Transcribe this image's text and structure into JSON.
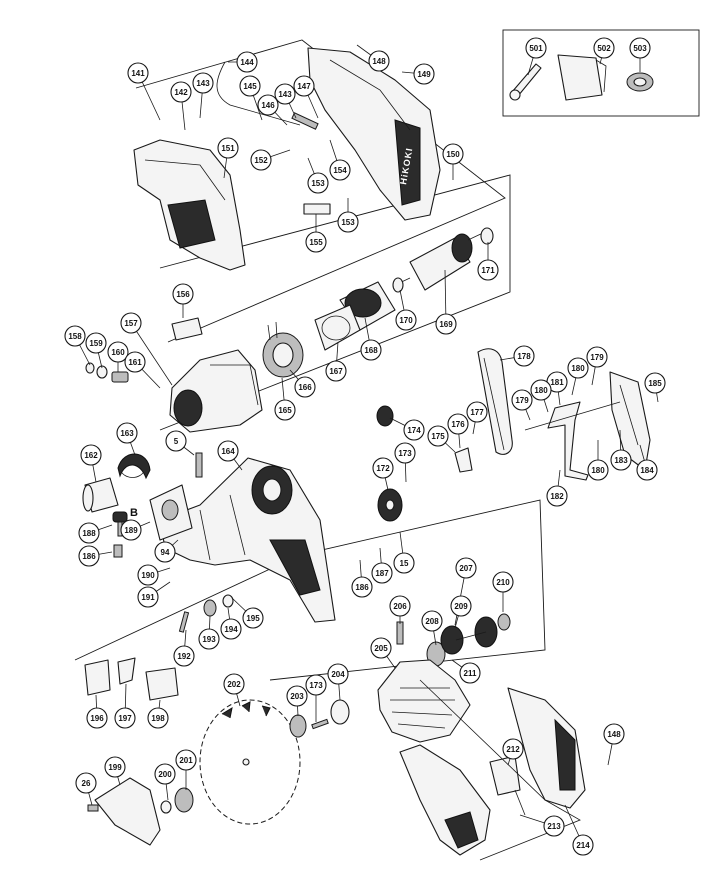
{
  "diagram": {
    "brand_lettering": "HiKOKI",
    "view_marker": "B",
    "callouts": [
      {
        "id": "c141",
        "label": "141"
      },
      {
        "id": "c142",
        "label": "142"
      },
      {
        "id": "c143a",
        "label": "143"
      },
      {
        "id": "c144",
        "label": "144"
      },
      {
        "id": "c145",
        "label": "145"
      },
      {
        "id": "c146",
        "label": "146"
      },
      {
        "id": "c143b",
        "label": "143"
      },
      {
        "id": "c147",
        "label": "147"
      },
      {
        "id": "c148a",
        "label": "148"
      },
      {
        "id": "c149",
        "label": "149"
      },
      {
        "id": "c151",
        "label": "151"
      },
      {
        "id": "c152",
        "label": "152"
      },
      {
        "id": "c153a",
        "label": "153"
      },
      {
        "id": "c154",
        "label": "154"
      },
      {
        "id": "c150",
        "label": "150"
      },
      {
        "id": "c153b",
        "label": "153"
      },
      {
        "id": "c155",
        "label": "155"
      },
      {
        "id": "c501",
        "label": "501"
      },
      {
        "id": "c502",
        "label": "502"
      },
      {
        "id": "c503",
        "label": "503"
      },
      {
        "id": "c171",
        "label": "171"
      },
      {
        "id": "c170",
        "label": "170"
      },
      {
        "id": "c169",
        "label": "169"
      },
      {
        "id": "c168",
        "label": "168"
      },
      {
        "id": "c167",
        "label": "167"
      },
      {
        "id": "c166",
        "label": "166"
      },
      {
        "id": "c165",
        "label": "165"
      },
      {
        "id": "c156",
        "label": "156"
      },
      {
        "id": "c157",
        "label": "157"
      },
      {
        "id": "c158",
        "label": "158"
      },
      {
        "id": "c159",
        "label": "159"
      },
      {
        "id": "c160",
        "label": "160"
      },
      {
        "id": "c161",
        "label": "161"
      },
      {
        "id": "c178",
        "label": "178"
      },
      {
        "id": "c179a",
        "label": "179"
      },
      {
        "id": "c180a",
        "label": "180"
      },
      {
        "id": "c181",
        "label": "181"
      },
      {
        "id": "c180b",
        "label": "180"
      },
      {
        "id": "c179b",
        "label": "179"
      },
      {
        "id": "c185",
        "label": "185"
      },
      {
        "id": "c174",
        "label": "174"
      },
      {
        "id": "c176",
        "label": "176"
      },
      {
        "id": "c177",
        "label": "177"
      },
      {
        "id": "c175",
        "label": "175"
      },
      {
        "id": "c180c",
        "label": "180"
      },
      {
        "id": "c183",
        "label": "183"
      },
      {
        "id": "c184",
        "label": "184"
      },
      {
        "id": "c182",
        "label": "182"
      },
      {
        "id": "c163",
        "label": "163"
      },
      {
        "id": "c5",
        "label": "5"
      },
      {
        "id": "c164",
        "label": "164"
      },
      {
        "id": "c162",
        "label": "162"
      },
      {
        "id": "c172",
        "label": "172"
      },
      {
        "id": "c173a",
        "label": "173"
      },
      {
        "id": "c188",
        "label": "188"
      },
      {
        "id": "c189",
        "label": "189"
      },
      {
        "id": "c186a",
        "label": "186"
      },
      {
        "id": "c94",
        "label": "94"
      },
      {
        "id": "c190",
        "label": "190"
      },
      {
        "id": "c191",
        "label": "191"
      },
      {
        "id": "c186b",
        "label": "186"
      },
      {
        "id": "c187",
        "label": "187"
      },
      {
        "id": "c15",
        "label": "15"
      },
      {
        "id": "c207",
        "label": "207"
      },
      {
        "id": "c210",
        "label": "210"
      },
      {
        "id": "c206",
        "label": "206"
      },
      {
        "id": "c209",
        "label": "209"
      },
      {
        "id": "c208",
        "label": "208"
      },
      {
        "id": "c195",
        "label": "195"
      },
      {
        "id": "c194",
        "label": "194"
      },
      {
        "id": "c193",
        "label": "193"
      },
      {
        "id": "c192",
        "label": "192"
      },
      {
        "id": "c205",
        "label": "205"
      },
      {
        "id": "c211",
        "label": "211"
      },
      {
        "id": "c204",
        "label": "204"
      },
      {
        "id": "c173b",
        "label": "173"
      },
      {
        "id": "c203",
        "label": "203"
      },
      {
        "id": "c202",
        "label": "202"
      },
      {
        "id": "c196",
        "label": "196"
      },
      {
        "id": "c197",
        "label": "197"
      },
      {
        "id": "c198",
        "label": "198"
      },
      {
        "id": "c148b",
        "label": "148"
      },
      {
        "id": "c212",
        "label": "212"
      },
      {
        "id": "c213",
        "label": "213"
      },
      {
        "id": "c214",
        "label": "214"
      },
      {
        "id": "c199",
        "label": "199"
      },
      {
        "id": "c26",
        "label": "26"
      },
      {
        "id": "c200",
        "label": "200"
      },
      {
        "id": "c201",
        "label": "201"
      }
    ]
  }
}
